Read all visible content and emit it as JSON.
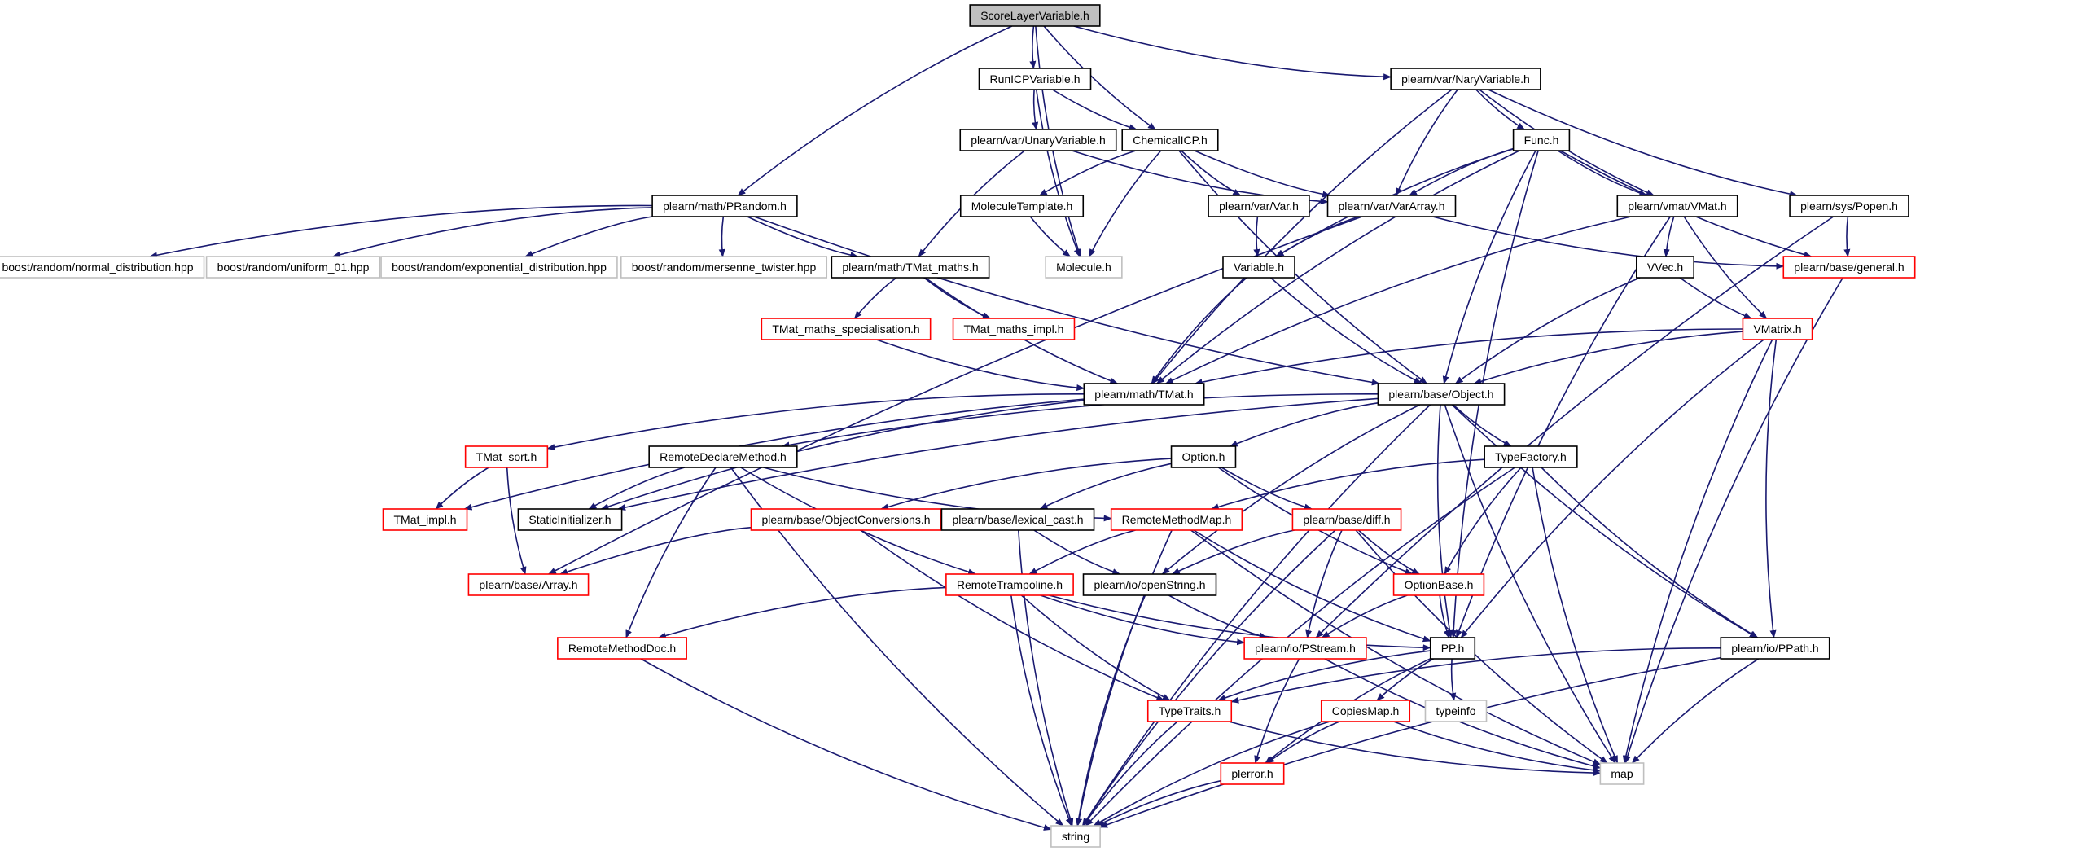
{
  "colors": {
    "edge": "#191970",
    "border_normal": "#000000",
    "border_error": "#ff0000",
    "border_external": "#bfbfbf",
    "root_fill": "#bfbfbf",
    "fill": "#ffffff"
  },
  "nodes": [
    {
      "id": "root",
      "label": "ScoreLayerVariable.h",
      "kind": "root"
    },
    {
      "id": "runicp",
      "label": "RunICPVariable.h",
      "kind": "normal"
    },
    {
      "id": "naryvar",
      "label": "plearn/var/NaryVariable.h",
      "kind": "normal"
    },
    {
      "id": "unaryvar",
      "label": "plearn/var/UnaryVariable.h",
      "kind": "normal"
    },
    {
      "id": "chemicalicp",
      "label": "ChemicalICP.h",
      "kind": "normal"
    },
    {
      "id": "func",
      "label": "Func.h",
      "kind": "normal"
    },
    {
      "id": "prandom",
      "label": "plearn/math/PRandom.h",
      "kind": "normal"
    },
    {
      "id": "moltemplate",
      "label": "MoleculeTemplate.h",
      "kind": "normal"
    },
    {
      "id": "varvar",
      "label": "plearn/var/Var.h",
      "kind": "normal"
    },
    {
      "id": "vararray",
      "label": "plearn/var/VarArray.h",
      "kind": "normal"
    },
    {
      "id": "vmat",
      "label": "plearn/vmat/VMat.h",
      "kind": "normal"
    },
    {
      "id": "popen",
      "label": "plearn/sys/Popen.h",
      "kind": "normal"
    },
    {
      "id": "normdist",
      "label": "boost/random/normal_distribution.hpp",
      "kind": "external"
    },
    {
      "id": "uniform01",
      "label": "boost/random/uniform_01.hpp",
      "kind": "external"
    },
    {
      "id": "expdist",
      "label": "boost/random/exponential_distribution.hpp",
      "kind": "external"
    },
    {
      "id": "mersenne",
      "label": "boost/random/mersenne_twister.hpp",
      "kind": "external"
    },
    {
      "id": "tmatmaths",
      "label": "plearn/math/TMat_maths.h",
      "kind": "normal"
    },
    {
      "id": "molecule",
      "label": "Molecule.h",
      "kind": "external"
    },
    {
      "id": "variable",
      "label": "Variable.h",
      "kind": "normal"
    },
    {
      "id": "vvec",
      "label": "VVec.h",
      "kind": "normal"
    },
    {
      "id": "general",
      "label": "plearn/base/general.h",
      "kind": "error"
    },
    {
      "id": "tmatspec",
      "label": "TMat_maths_specialisation.h",
      "kind": "error"
    },
    {
      "id": "tmatimplmaths",
      "label": "TMat_maths_impl.h",
      "kind": "error"
    },
    {
      "id": "vmatrix",
      "label": "VMatrix.h",
      "kind": "error"
    },
    {
      "id": "tmat",
      "label": "plearn/math/TMat.h",
      "kind": "normal"
    },
    {
      "id": "object",
      "label": "plearn/base/Object.h",
      "kind": "normal"
    },
    {
      "id": "tmatsort",
      "label": "TMat_sort.h",
      "kind": "error"
    },
    {
      "id": "remotedeclare",
      "label": "RemoteDeclareMethod.h",
      "kind": "normal"
    },
    {
      "id": "option",
      "label": "Option.h",
      "kind": "normal"
    },
    {
      "id": "typefactory",
      "label": "TypeFactory.h",
      "kind": "normal"
    },
    {
      "id": "tmatimpl",
      "label": "TMat_impl.h",
      "kind": "error"
    },
    {
      "id": "staticinit",
      "label": "StaticInitializer.h",
      "kind": "normal"
    },
    {
      "id": "objconv",
      "label": "plearn/base/ObjectConversions.h",
      "kind": "error"
    },
    {
      "id": "lexicalcast",
      "label": "plearn/base/lexical_cast.h",
      "kind": "normal"
    },
    {
      "id": "remotemethodmap",
      "label": "RemoteMethodMap.h",
      "kind": "error"
    },
    {
      "id": "diff",
      "label": "plearn/base/diff.h",
      "kind": "error"
    },
    {
      "id": "array",
      "label": "plearn/base/Array.h",
      "kind": "error"
    },
    {
      "id": "remotetramp",
      "label": "RemoteTrampoline.h",
      "kind": "error"
    },
    {
      "id": "openstring",
      "label": "plearn/io/openString.h",
      "kind": "normal"
    },
    {
      "id": "optionbase",
      "label": "OptionBase.h",
      "kind": "error"
    },
    {
      "id": "remotemethoddoc",
      "label": "RemoteMethodDoc.h",
      "kind": "error"
    },
    {
      "id": "pstream",
      "label": "plearn/io/PStream.h",
      "kind": "error"
    },
    {
      "id": "pp",
      "label": "PP.h",
      "kind": "normal"
    },
    {
      "id": "ppath",
      "label": "plearn/io/PPath.h",
      "kind": "normal"
    },
    {
      "id": "typetraits",
      "label": "TypeTraits.h",
      "kind": "error"
    },
    {
      "id": "copiesmap",
      "label": "CopiesMap.h",
      "kind": "error"
    },
    {
      "id": "typeinfo",
      "label": "typeinfo",
      "kind": "external"
    },
    {
      "id": "plerror",
      "label": "plerror.h",
      "kind": "error"
    },
    {
      "id": "map",
      "label": "map",
      "kind": "external"
    },
    {
      "id": "string",
      "label": "string",
      "kind": "external"
    }
  ],
  "edges": [
    [
      "root",
      "runicp"
    ],
    [
      "root",
      "chemicalicp"
    ],
    [
      "root",
      "naryvar"
    ],
    [
      "root",
      "prandom"
    ],
    [
      "root",
      "molecule"
    ],
    [
      "runicp",
      "unaryvar"
    ],
    [
      "runicp",
      "chemicalicp"
    ],
    [
      "runicp",
      "molecule"
    ],
    [
      "naryvar",
      "func"
    ],
    [
      "naryvar",
      "vararray"
    ],
    [
      "naryvar",
      "vmat"
    ],
    [
      "naryvar",
      "popen"
    ],
    [
      "naryvar",
      "tmat"
    ],
    [
      "unaryvar",
      "vararray"
    ],
    [
      "unaryvar",
      "tmatmaths"
    ],
    [
      "chemicalicp",
      "moltemplate"
    ],
    [
      "chemicalicp",
      "varvar"
    ],
    [
      "chemicalicp",
      "vararray"
    ],
    [
      "chemicalicp",
      "molecule"
    ],
    [
      "chemicalicp",
      "object"
    ],
    [
      "func",
      "vararray"
    ],
    [
      "func",
      "vmat"
    ],
    [
      "func",
      "general"
    ],
    [
      "func",
      "variable"
    ],
    [
      "func",
      "tmat"
    ],
    [
      "func",
      "object"
    ],
    [
      "func",
      "pp"
    ],
    [
      "prandom",
      "normdist"
    ],
    [
      "prandom",
      "uniform01"
    ],
    [
      "prandom",
      "expdist"
    ],
    [
      "prandom",
      "mersenne"
    ],
    [
      "prandom",
      "tmatmaths"
    ],
    [
      "prandom",
      "object"
    ],
    [
      "moltemplate",
      "molecule"
    ],
    [
      "varvar",
      "variable"
    ],
    [
      "vararray",
      "variable"
    ],
    [
      "vararray",
      "general"
    ],
    [
      "vararray",
      "array"
    ],
    [
      "vmat",
      "vvec"
    ],
    [
      "vmat",
      "vmatrix"
    ],
    [
      "vmat",
      "tmat"
    ],
    [
      "vmat",
      "pp"
    ],
    [
      "popen",
      "general"
    ],
    [
      "popen",
      "pstream"
    ],
    [
      "tmatmaths",
      "tmatspec"
    ],
    [
      "tmatmaths",
      "tmatimplmaths"
    ],
    [
      "tmatmaths",
      "tmat"
    ],
    [
      "tmatspec",
      "tmat"
    ],
    [
      "variable",
      "tmat"
    ],
    [
      "variable",
      "object"
    ],
    [
      "vvec",
      "vmatrix"
    ],
    [
      "vvec",
      "object"
    ],
    [
      "general",
      "map"
    ],
    [
      "vmatrix",
      "tmat"
    ],
    [
      "vmatrix",
      "object"
    ],
    [
      "vmatrix",
      "pp"
    ],
    [
      "vmatrix",
      "ppath"
    ],
    [
      "vmatrix",
      "map"
    ],
    [
      "tmat",
      "tmatsort"
    ],
    [
      "tmat",
      "tmatimpl"
    ],
    [
      "tmat",
      "staticinit"
    ],
    [
      "object",
      "remotedeclare"
    ],
    [
      "object",
      "option"
    ],
    [
      "object",
      "typefactory"
    ],
    [
      "object",
      "openstring"
    ],
    [
      "object",
      "pp"
    ],
    [
      "object",
      "ppath"
    ],
    [
      "object",
      "map"
    ],
    [
      "object",
      "string"
    ],
    [
      "object",
      "staticinit"
    ],
    [
      "tmatsort",
      "tmatimpl"
    ],
    [
      "tmatsort",
      "array"
    ],
    [
      "remotedeclare",
      "staticinit"
    ],
    [
      "remotedeclare",
      "remotemethodmap"
    ],
    [
      "remotedeclare",
      "remotetramp"
    ],
    [
      "remotedeclare",
      "remotemethoddoc"
    ],
    [
      "remotedeclare",
      "string"
    ],
    [
      "option",
      "objconv"
    ],
    [
      "option",
      "lexicalcast"
    ],
    [
      "option",
      "diff"
    ],
    [
      "option",
      "optionbase"
    ],
    [
      "typefactory",
      "remotemethodmap"
    ],
    [
      "typefactory",
      "optionbase"
    ],
    [
      "typefactory",
      "ppath"
    ],
    [
      "typefactory",
      "map"
    ],
    [
      "typefactory",
      "string"
    ],
    [
      "objconv",
      "array"
    ],
    [
      "objconv",
      "typetraits"
    ],
    [
      "lexicalcast",
      "openstring"
    ],
    [
      "lexicalcast",
      "string"
    ],
    [
      "remotemethodmap",
      "remotetramp"
    ],
    [
      "remotemethodmap",
      "pp"
    ],
    [
      "remotemethodmap",
      "map"
    ],
    [
      "remotemethodmap",
      "string"
    ],
    [
      "diff",
      "openstring"
    ],
    [
      "diff",
      "optionbase"
    ],
    [
      "diff",
      "pstream"
    ],
    [
      "diff",
      "string"
    ],
    [
      "diff",
      "map"
    ],
    [
      "remotetramp",
      "remotemethoddoc"
    ],
    [
      "remotetramp",
      "pstream"
    ],
    [
      "remotetramp",
      "pp"
    ],
    [
      "remotetramp",
      "typetraits"
    ],
    [
      "remotetramp",
      "string"
    ],
    [
      "openstring",
      "pstream"
    ],
    [
      "openstring",
      "string"
    ],
    [
      "optionbase",
      "pp"
    ],
    [
      "optionbase",
      "pstream"
    ],
    [
      "remotemethoddoc",
      "string"
    ],
    [
      "pstream",
      "plerror"
    ],
    [
      "pstream",
      "map"
    ],
    [
      "pp",
      "typetraits"
    ],
    [
      "pp",
      "copiesmap"
    ],
    [
      "pp",
      "plerror"
    ],
    [
      "pp",
      "typeinfo"
    ],
    [
      "ppath",
      "typetraits"
    ],
    [
      "ppath",
      "map"
    ],
    [
      "ppath",
      "string"
    ],
    [
      "typetraits",
      "map"
    ],
    [
      "typetraits",
      "string"
    ],
    [
      "copiesmap",
      "plerror"
    ],
    [
      "copiesmap",
      "map"
    ],
    [
      "copiesmap",
      "string"
    ],
    [
      "plerror",
      "string"
    ]
  ]
}
